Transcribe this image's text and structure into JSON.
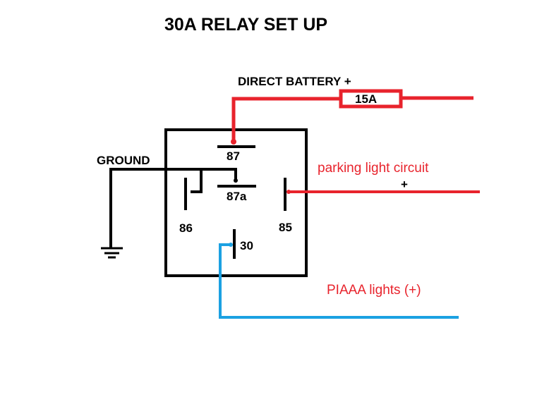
{
  "title": "30A RELAY SET UP",
  "labels": {
    "direct_battery": "DIRECT BATTERY +",
    "fuse": "15A",
    "ground": "GROUND",
    "parking_light_circuit": "parking light circuit",
    "parking_plus": "+",
    "piaaa_lights": "PIAAA lights (+)"
  },
  "pins": {
    "p87": "87",
    "p87a": "87a",
    "p86": "86",
    "p85": "85",
    "p30": "30"
  },
  "colors": {
    "wire_positive": "#e8232c",
    "wire_ground": "#000000",
    "wire_output": "#1ba1e2",
    "text_annotation": "#e8232c"
  }
}
